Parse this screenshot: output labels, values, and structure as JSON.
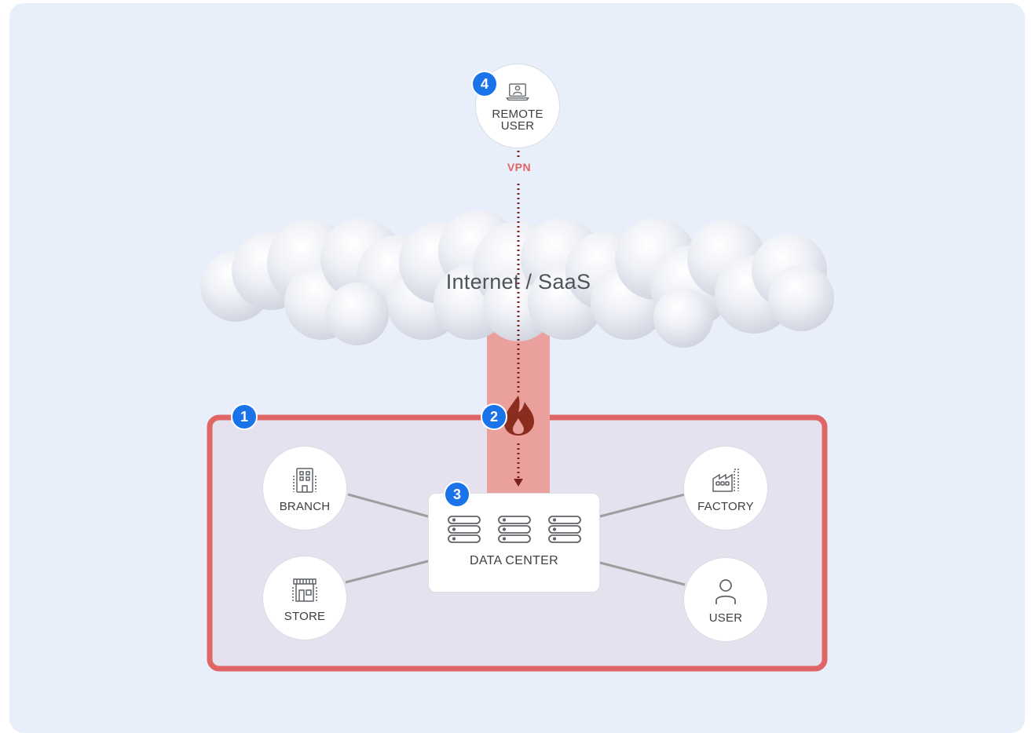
{
  "cloud": {
    "label": "Internet / SaaS"
  },
  "vpn_label": "VPN",
  "badges": [
    "1",
    "2",
    "3",
    "4"
  ],
  "nodes": {
    "remote_user": {
      "label": "REMOTE\nUSER",
      "icon": "laptop-user-icon"
    },
    "branch": {
      "label": "BRANCH",
      "icon": "building-icon"
    },
    "store": {
      "label": "STORE",
      "icon": "storefront-icon"
    },
    "factory": {
      "label": "FACTORY",
      "icon": "factory-icon"
    },
    "user": {
      "label": "USER",
      "icon": "person-icon"
    },
    "data_center": {
      "label": "DATA CENTER",
      "icon": "server-rack-icon"
    }
  },
  "firewall": {
    "icon": "flame-icon",
    "color": "#8b2d1e"
  },
  "colors": {
    "background": "#e8effb",
    "perimeter": "#e06666",
    "perimeter_fill": "#e6e1ef",
    "tunnel": "#eaa09c",
    "badge": "#1a73e8",
    "connector": "#9e9e9e"
  }
}
